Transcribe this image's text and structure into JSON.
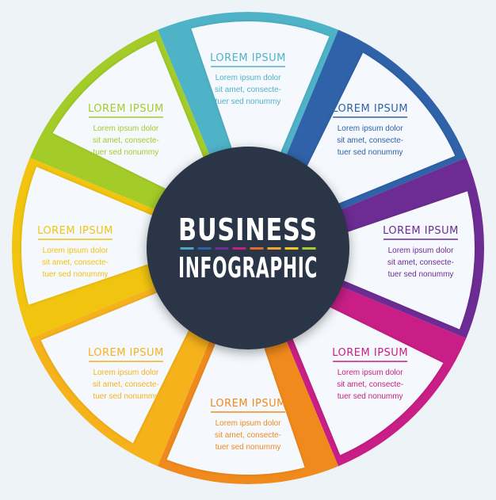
{
  "center": {
    "title_line1": "BUSINESS",
    "title_line2": "INFOGRAPHIC",
    "dash_colors": [
      "#4aa8c0",
      "#2a63aa",
      "#6b2f95",
      "#c0207e",
      "#e5692a",
      "#f4a72b",
      "#f3c81a",
      "#a6cf2c"
    ]
  },
  "segments": [
    {
      "id": "top",
      "color": "#4fb3c8",
      "title": "LOREM IPSUM",
      "body": [
        "Lorem ipsum dolor",
        "sit amet, consecte-",
        "tuer sed nonummy"
      ]
    },
    {
      "id": "upper-right",
      "color": "#2f62a8",
      "title": "LOREM IPSUM",
      "body": [
        "Lorem ipsum dolor",
        "sit amet, consecte-",
        "tuer sed nonummy"
      ]
    },
    {
      "id": "right",
      "color": "#6d2c93",
      "title": "LOREM IPSUM",
      "body": [
        "Lorem ipsum dolor",
        "sit amet, consecte-",
        "tuer sed nonummy"
      ]
    },
    {
      "id": "lower-right",
      "color": "#c81e86",
      "title": "LOREM IPSUM",
      "body": [
        "Lorem ipsum dolor",
        "sit amet, consecte-",
        "tuer sed nonummy"
      ]
    },
    {
      "id": "bottom",
      "color": "#f08a1c",
      "title": "LOREM IPSUM",
      "body": [
        "Lorem ipsum dolor",
        "sit amet, consecte-",
        "tuer sed nonummy"
      ]
    },
    {
      "id": "lower-left",
      "color": "#f6b21a",
      "title": "LOREM IPSUM",
      "body": [
        "Lorem ipsum dolor",
        "sit amet, consecte-",
        "tuer sed nonummy"
      ]
    },
    {
      "id": "left",
      "color": "#f1c40f",
      "title": "LOREM IPSUM",
      "body": [
        "Lorem ipsum dolor",
        "sit amet, consecte-",
        "tuer sed nonummy"
      ]
    },
    {
      "id": "upper-left",
      "color": "#a4cc28",
      "title": "LOREM IPSUM",
      "body": [
        "Lorem ipsum dolor",
        "sit amet, consecte-",
        "tuer sed nonummy"
      ]
    }
  ],
  "colors": {
    "background": "#eef3f8",
    "panel": "#f5f9fd",
    "hub": "#2c3547",
    "body_text": "#8a96a3"
  }
}
